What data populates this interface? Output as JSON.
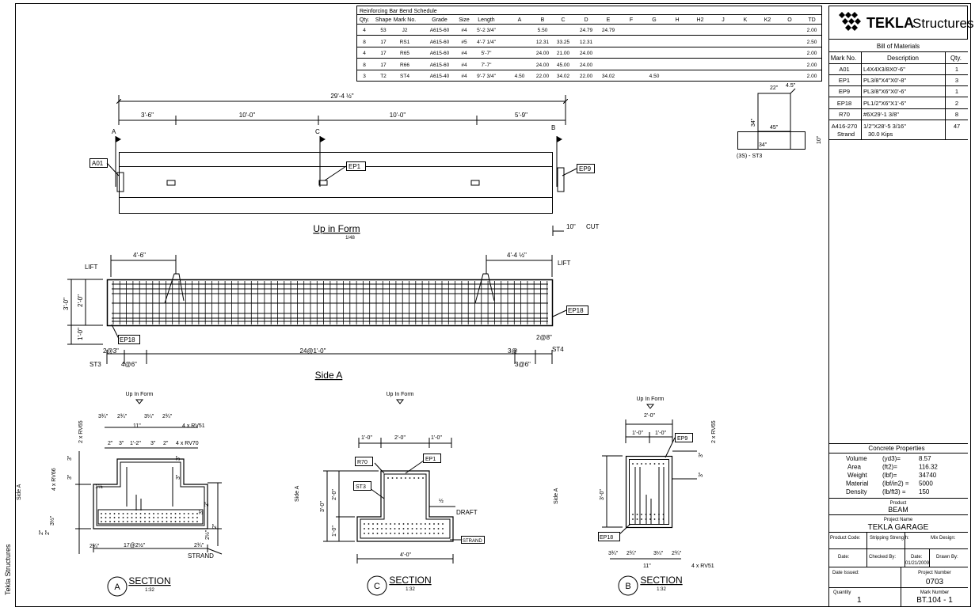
{
  "brand": {
    "logo_bold": "TEKLA",
    "logo_light": "Structures",
    "side_text": "Tekla Structures"
  },
  "bend_schedule": {
    "title": "Reinforcing Bar Bend Schedule",
    "headers": [
      "Qty.",
      "Shape",
      "Mark No.",
      "Grade",
      "Size",
      "Length",
      "A",
      "B",
      "C",
      "D",
      "E",
      "F",
      "G",
      "H",
      "H2",
      "J",
      "K",
      "K2",
      "O",
      "TD"
    ],
    "rows": [
      [
        "4",
        "53",
        "J2",
        "A615-60",
        "#4",
        "5'-2 3/4\"",
        "",
        "5.50",
        "",
        "24.79",
        "24.79",
        "",
        "",
        "",
        "",
        "",
        "",
        "",
        "",
        "2.00"
      ],
      [
        "8",
        "17",
        "RS1",
        "A615-60",
        "#5",
        "4'-7 1/4\"",
        "",
        "12.31",
        "33.25",
        "12.31",
        "",
        "",
        "",
        "",
        "",
        "",
        "",
        "",
        "",
        "2.50"
      ],
      [
        "4",
        "17",
        "R65",
        "A615-60",
        "#4",
        "5'-7\"",
        "",
        "24.00",
        "21.00",
        "24.00",
        "",
        "",
        "",
        "",
        "",
        "",
        "",
        "",
        "",
        "2.00"
      ],
      [
        "8",
        "17",
        "R66",
        "A615-60",
        "#4",
        "7'-7\"",
        "",
        "24.00",
        "45.00",
        "24.00",
        "",
        "",
        "",
        "",
        "",
        "",
        "",
        "",
        "",
        "2.00"
      ],
      [
        "3",
        "T2",
        "ST4",
        "A615-40",
        "#4",
        "9'-7 3/4\"",
        "4.50",
        "22.00",
        "34.02",
        "22.00",
        "34.02",
        "",
        "4.50",
        "",
        "",
        "",
        "",
        "",
        "",
        "2.00"
      ]
    ]
  },
  "bom": {
    "title": "Bill of Materials",
    "headers": [
      "Mark No.",
      "Description",
      "Qty."
    ],
    "rows": [
      {
        "mark": "A01",
        "desc": "L4X4X3/8X0'-6\"",
        "desc2": "",
        "qty": "1"
      },
      {
        "mark": "EP1",
        "desc": "PL3/8\"X4\"X0'-8\"",
        "desc2": "",
        "qty": "3"
      },
      {
        "mark": "EP9",
        "desc": "PL3/8\"X6\"X0'-6\"",
        "desc2": "",
        "qty": "1"
      },
      {
        "mark": "EP18",
        "desc": "PL1/2\"X6\"X1'-6\"",
        "desc2": "",
        "qty": "2"
      },
      {
        "mark": "R70",
        "desc": "#6X29'-1 3/8\"",
        "desc2": "",
        "qty": "8"
      },
      {
        "mark": "A416-270",
        "mark2": "Strand",
        "desc": "1/2\"X28'-5 3/16\"",
        "desc2": "30.0 Kips",
        "qty": "47"
      }
    ]
  },
  "concrete": {
    "title": "Concrete Properties",
    "rows": [
      {
        "label": "Volume",
        "unit": "(yd3)=",
        "value": "8.57"
      },
      {
        "label": "Area",
        "unit": "(ft2)=",
        "value": "116.32"
      },
      {
        "label": "Weight",
        "unit": "(lbf)=",
        "value": "34740"
      },
      {
        "label": "Material",
        "unit": "(lbf/in2) =",
        "value": "5000"
      },
      {
        "label": "Density",
        "unit": "(lb/ft3) =",
        "value": "150"
      }
    ]
  },
  "title_block": {
    "product_label": "Product",
    "product": "BEAM",
    "project_name_label": "Project Name",
    "project_name": "TEKLA GARAGE",
    "product_code_label": "Product Code:",
    "stripping_label": "Stripping Streng h:",
    "mix_label": "Mix Design:",
    "date_label": "Date:",
    "checked_label": "Checked By:",
    "date2_label": "Date:",
    "date2_value": "01/21/2009",
    "drawn_label": "Drawn By:",
    "issued_label": "Date Issued:",
    "project_number_label": "Project Number",
    "project_number": "0703",
    "quantity_label": "Quantity",
    "quantity": "1",
    "mark_number_label": "Mark Number",
    "mark_number": "BT.104 - 1"
  },
  "stirrup_detail": {
    "dim_top": "22\"",
    "dim_top2": "4.5\"",
    "dim_side": "34\"",
    "dim_angle": "45\"",
    "dim_bottom": "34\"",
    "dim_right": "10\"",
    "label": "(3S) -  ST3"
  },
  "up_in_form": {
    "total": "29'-4 ½\"",
    "segments": [
      "3'-6\"",
      "10'-0\"",
      "10'-0\"",
      "5'-9\""
    ],
    "sections": [
      "A",
      "C",
      "B"
    ],
    "callouts": [
      "A01",
      "EP1",
      "EP9"
    ],
    "title": "Up in Form",
    "scale": "1/48",
    "cut_dim": "10\"",
    "cut_label": "CUT"
  },
  "side_a": {
    "lift_left": "LIFT",
    "lift_right": "LIFT",
    "lift_dim_left": "4'-6\"",
    "lift_dim_right": "4'-4 ½\"",
    "height_top": "2'-0\"",
    "height_total": "3'-0\"",
    "height_bottom": "1'-0\"",
    "callout_left": "EP18",
    "callout_right": "EP18",
    "stirrup_left_1": "2@3\"",
    "stirrup_left_2": "4@6\"",
    "stirrup_mid": "24@1'-0\"",
    "stirrup_right_1": "3@6\"",
    "stirrup_right_2": "3@",
    "stirrup_right_3": "2@8\"",
    "st_left": "ST3",
    "st_right": "ST4",
    "title": "Side A"
  },
  "section_a": {
    "up_in_form": "Up In Form",
    "side_label": "Side A",
    "top_dims": [
      "3¾\"",
      "2¾\"",
      "3¼\"",
      "2¾\""
    ],
    "top_mid": "11\"",
    "rebar_top": "4 x RV51",
    "mid_dims": [
      "2\"",
      "3\"",
      "1'-2\"",
      "3\"",
      "2\""
    ],
    "rebar_mid": "4 x RV70",
    "left_dim": "2 x RV65",
    "left_dim2": "4 x RV66",
    "left_small": [
      "3\"",
      "3\"",
      "1½",
      "3½\"",
      "2\"",
      "2\""
    ],
    "right_small": [
      "3\"",
      "3\"",
      "2\"",
      "3\"",
      "2½\"",
      "2\""
    ],
    "bottom_dims": [
      "2¾\"",
      "17@2½\"",
      "2¾\""
    ],
    "strand": "STRAND",
    "letter": "A",
    "title": "SECTION",
    "scale": "1:32"
  },
  "section_c": {
    "up_in_form": "Up In Form",
    "side_label": "Side A",
    "top_dims": [
      "1'-0\"",
      "2'-0\"",
      "1'-0\""
    ],
    "callouts": [
      "R70",
      "EP1",
      "ST3"
    ],
    "left_dims": [
      "3'-0\"",
      "2'-0\"",
      "1'-0\""
    ],
    "draft": "DRAFT",
    "draft_dim": "½",
    "bottom": "4'-0\"",
    "strand": "STRAND",
    "letter": "C",
    "title": "SECTION",
    "scale": "1:32"
  },
  "section_b": {
    "up_in_form": "Up In Form",
    "side_label": "Side A",
    "top_dim": "2'-0\"",
    "top_dims": [
      "1'-0\"",
      "1'-0\""
    ],
    "callouts": [
      "EP9",
      "EP18"
    ],
    "rebar_right": "2 x RV65",
    "right_small": [
      "3\"",
      "3\""
    ],
    "left_dim": "3'-0\"",
    "bottom_dims": [
      "3¾\"",
      "2¾\"",
      "3¼\"",
      "2¾\""
    ],
    "bottom_mid": "11\"",
    "rebar_bottom": "4 x RV51",
    "letter": "B",
    "title": "SECTION",
    "scale": "1:32"
  }
}
